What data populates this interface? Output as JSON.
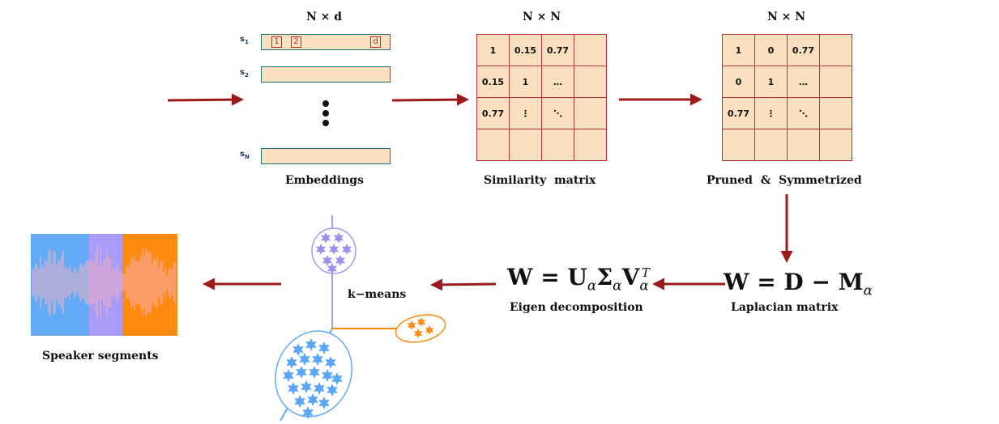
{
  "embeddings": {
    "dim_label": "N × d",
    "rows": [
      {
        "label_main": "s",
        "label_sub": "1"
      },
      {
        "label_main": "s",
        "label_sub": "2"
      },
      {
        "label_main": "s",
        "label_sub": "N"
      }
    ],
    "index_boxes": [
      "1",
      "2",
      "d"
    ],
    "caption": "Embeddings"
  },
  "similarity": {
    "dim_label": "N × N",
    "caption": "Similarity  matrix",
    "cells": [
      [
        "1",
        "0.15",
        "0.77",
        ""
      ],
      [
        "0.15",
        "1",
        "…",
        ""
      ],
      [
        "0.77",
        "⋮",
        "⋱",
        ""
      ],
      [
        "",
        "",
        "",
        ""
      ]
    ]
  },
  "pruned": {
    "dim_label": "N × N",
    "caption": "Pruned  &  Symmetrized",
    "cells": [
      [
        "1",
        "0",
        "0.77",
        ""
      ],
      [
        "0",
        "1",
        "…",
        ""
      ],
      [
        "0.77",
        "⋮",
        "⋱",
        ""
      ],
      [
        "",
        "",
        "",
        ""
      ]
    ]
  },
  "laplacian": {
    "formula": {
      "lhs": "W",
      "eq": " = ",
      "d": "D",
      "minus": " − ",
      "m": "M",
      "m_sub": "α"
    },
    "caption": "Laplacian matrix"
  },
  "eigen": {
    "formula": {
      "lhs": "W",
      "eq": " = ",
      "u": "U",
      "u_sub": "α",
      "s": "Σ",
      "s_sub": "α",
      "v": "V",
      "v_sub": "α",
      "v_sup": "T"
    },
    "caption": "Eigen decomposition"
  },
  "kmeans": {
    "label": "k−means"
  },
  "segments": {
    "caption": "Speaker segments"
  },
  "colors": {
    "arrow": "#9b1b1b",
    "matrix_fill": "#fbe0bf",
    "matrix_border": "#b5323a",
    "embedding_border": "#1e6e6e",
    "speaker_blue": "#63abf7",
    "speaker_purple": "#a89cf6",
    "speaker_orange": "#ff8a0f"
  }
}
